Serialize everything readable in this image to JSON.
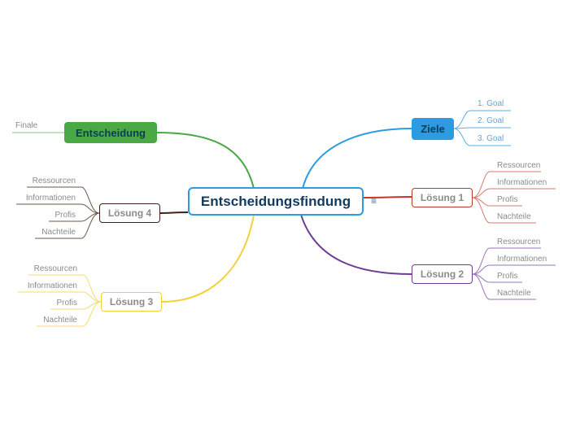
{
  "central": {
    "label": "Entscheidungsfindung"
  },
  "colors": {
    "central_border": "#2d9be0",
    "ziele": "#2d9be0",
    "entscheidung": "#4aa944",
    "loesung1": "#c0392b",
    "loesung2": "#6c3d91",
    "loesung3": "#f2d03a",
    "loesung4": "#3b2417"
  },
  "branches": [
    {
      "id": "ziele",
      "label": "Ziele",
      "style": "filled",
      "leaves": [
        "1. Goal",
        "2. Goal",
        "3. Goal"
      ]
    },
    {
      "id": "loesung1",
      "label": "Lösung 1",
      "style": "outlined",
      "leaves": [
        "Ressourcen",
        "Informationen",
        "Profis",
        "Nachteile"
      ]
    },
    {
      "id": "loesung2",
      "label": "Lösung 2",
      "style": "outlined",
      "leaves": [
        "Ressourcen",
        "Informationen",
        "Profis",
        "Nachteile"
      ]
    },
    {
      "id": "entscheidung",
      "label": "Entscheidung",
      "style": "filled",
      "leaves": [
        "Finale"
      ]
    },
    {
      "id": "loesung4",
      "label": "Lösung 4",
      "style": "outlined",
      "leaves": [
        "Ressourcen",
        "Informationen",
        "Profis",
        "Nachteile"
      ]
    },
    {
      "id": "loesung3",
      "label": "Lösung 3",
      "style": "outlined",
      "leaves": [
        "Ressourcen",
        "Informationen",
        "Profis",
        "Nachteile"
      ]
    }
  ],
  "icons": {
    "topic_menu": "menu-icon"
  }
}
